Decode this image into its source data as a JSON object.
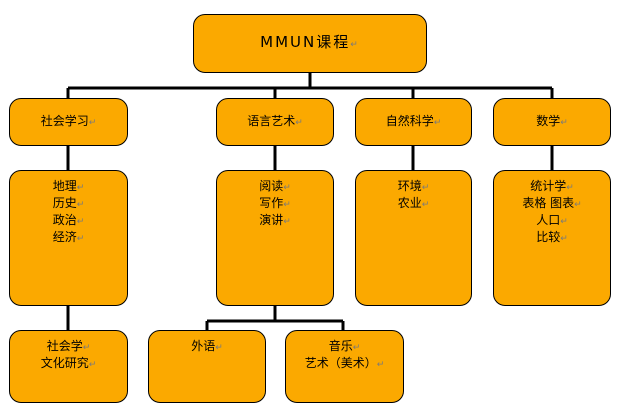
{
  "diagram": {
    "root": {
      "lines": [
        "MMUN课程"
      ]
    },
    "categories": {
      "social_studies": {
        "label": [
          "社会学习"
        ],
        "items": [
          "地理",
          "历史",
          "政治",
          "经济"
        ],
        "sub": [
          "社会学",
          "文化研究"
        ]
      },
      "language_arts": {
        "label": [
          "语言艺术"
        ],
        "items": [
          "阅读",
          "写作",
          "演讲"
        ],
        "sub_left": [
          "外语"
        ],
        "sub_right": [
          "音乐",
          "艺术（美术）"
        ]
      },
      "natural_science": {
        "label": [
          "自然科学"
        ],
        "items": [
          "环境",
          "农业"
        ]
      },
      "mathematics": {
        "label": [
          "数学"
        ],
        "items": [
          "统计学",
          "表格 图表",
          "人口",
          "比较"
        ]
      }
    },
    "paragraph_mark": "↵",
    "colors": {
      "box_fill": "#FBA900",
      "border": "#000000",
      "line": "#000000"
    }
  }
}
